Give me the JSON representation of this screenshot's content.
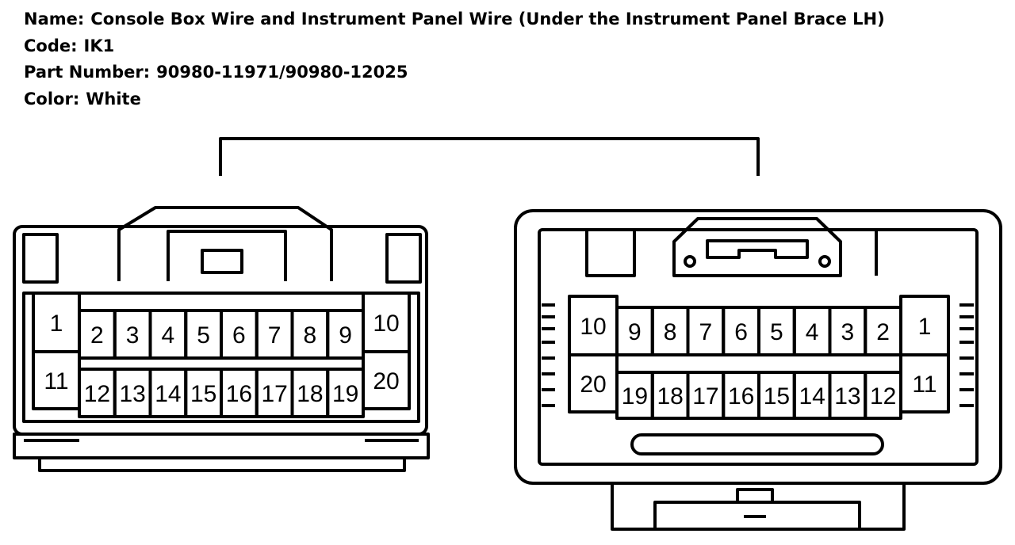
{
  "header": {
    "name_label": "Name:",
    "name_value": "Console Box Wire and Instrument Panel Wire (Under the Instrument Panel Brace LH)",
    "code_label": "Code:",
    "code_value": "IK1",
    "part_label": "Part Number:",
    "part_value": "90980-11971/90980-12025",
    "color_label": "Color:",
    "color_value": "White"
  },
  "connector_left": {
    "top_row": [
      "1",
      "2",
      "3",
      "4",
      "5",
      "6",
      "7",
      "8",
      "9",
      "10"
    ],
    "bottom_row": [
      "11",
      "12",
      "13",
      "14",
      "15",
      "16",
      "17",
      "18",
      "19",
      "20"
    ]
  },
  "connector_right": {
    "top_row": [
      "10",
      "9",
      "8",
      "7",
      "6",
      "5",
      "4",
      "3",
      "2",
      "1"
    ],
    "bottom_row": [
      "20",
      "19",
      "18",
      "17",
      "16",
      "15",
      "14",
      "13",
      "12",
      "11"
    ]
  },
  "colors": {
    "line": "#000000",
    "background": "#ffffff"
  }
}
